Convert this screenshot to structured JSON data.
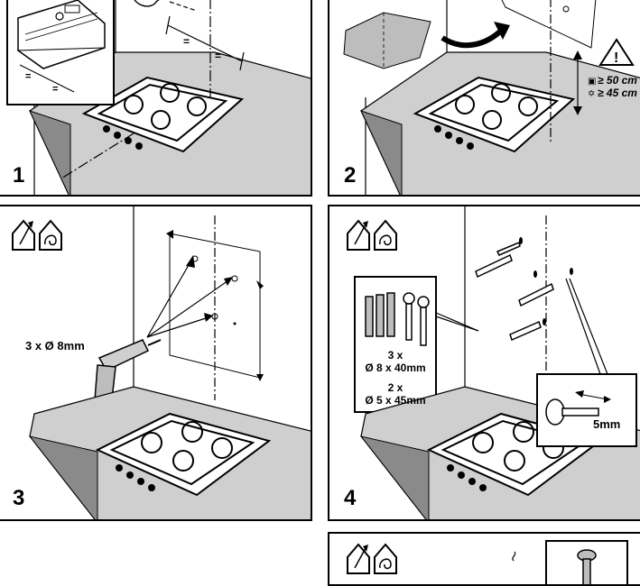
{
  "steps": [
    {
      "number": "1"
    },
    {
      "number": "2",
      "clearance_electric": "≥ 50 cm",
      "clearance_gas": "≥ 45 cm"
    },
    {
      "number": "3",
      "drill_label": "3 x Ø 8mm"
    },
    {
      "number": "4",
      "plugs_qty": "3 x",
      "plugs_size": "Ø 8 x 40mm",
      "screws_qty": "2 x",
      "screws_size": "Ø 5 x 45mm",
      "gap_label": "5mm"
    }
  ],
  "icons": [
    "house-exhaust-icon",
    "house-recirculation-icon",
    "warning-triangle-icon"
  ],
  "colors": {
    "ink": "#000000",
    "counter": "#cfcfcf",
    "counter_edge": "#8a8a8a"
  }
}
